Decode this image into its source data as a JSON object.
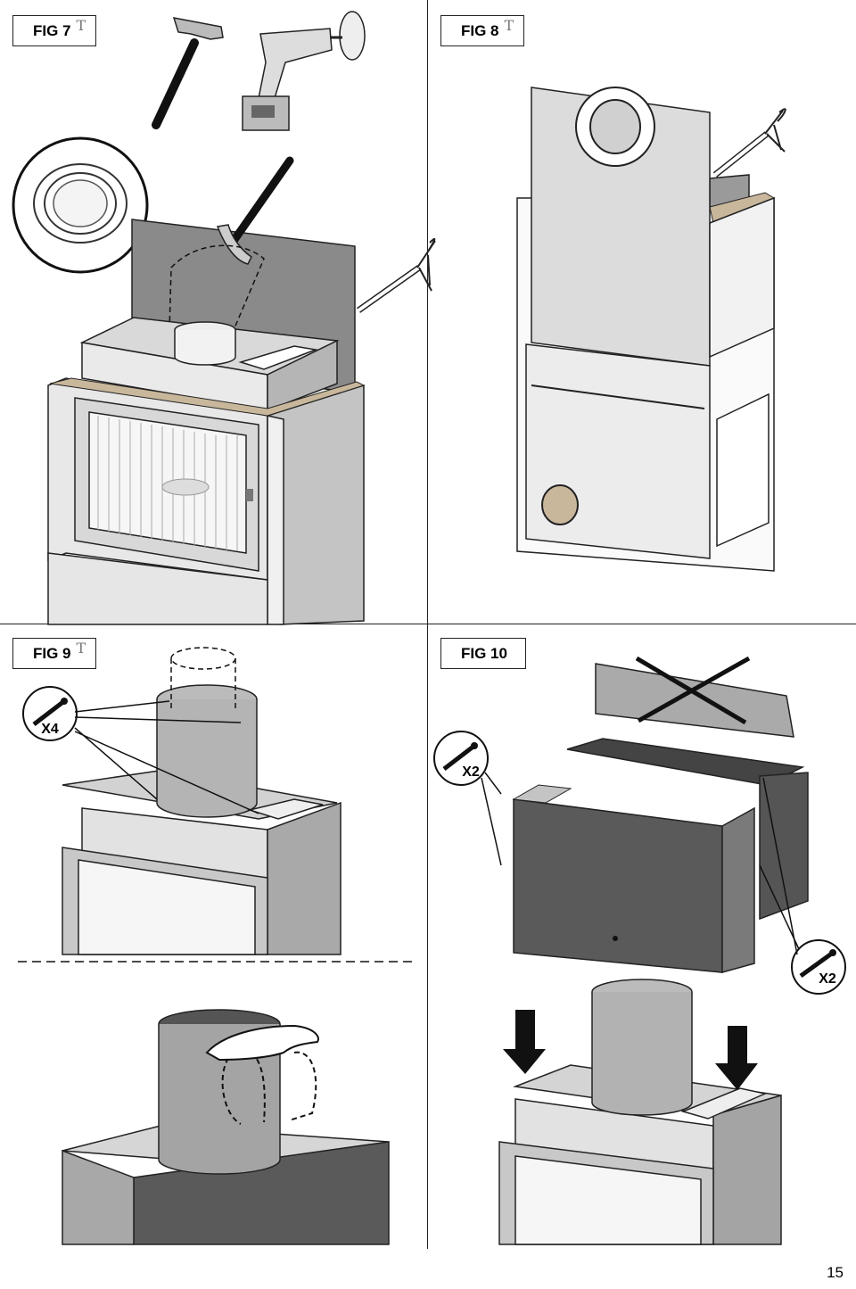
{
  "figures": {
    "fig7": {
      "label": "FIG 7",
      "mark": "T"
    },
    "fig8": {
      "label": "FIG 8",
      "mark": "T"
    },
    "fig9": {
      "label": "FIG 9",
      "mark": "T",
      "screw_count": "X4"
    },
    "fig10": {
      "label": "FIG 10",
      "screw_count_left": "X2",
      "screw_count_right": "X2"
    }
  },
  "page_number": "15",
  "icons": [
    "hammer-icon",
    "drill-icon",
    "caulk-gun-icon",
    "screw-icon",
    "arrow-down-icon",
    "cross-out-icon",
    "hand-icon"
  ],
  "colors": {
    "line": "#222222",
    "panel_grey": "#8a8a8a",
    "steel": "#b8b8b8",
    "dark_board": "#5a5a5a",
    "beige": "#c9b79c"
  }
}
